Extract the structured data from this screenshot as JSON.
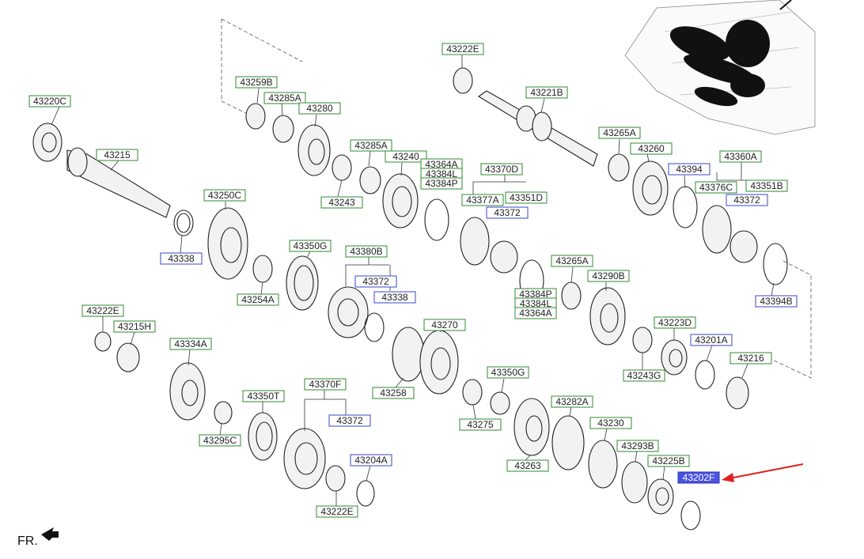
{
  "labels": [
    {
      "id": "43220C",
      "kind": "green"
    },
    {
      "id": "43215",
      "kind": "green"
    },
    {
      "id": "43259B",
      "kind": "green"
    },
    {
      "id": "43285A",
      "kind": "green"
    },
    {
      "id": "43280",
      "kind": "green"
    },
    {
      "id": "43285A",
      "kind": "green"
    },
    {
      "id": "43240",
      "kind": "green"
    },
    {
      "id": "43243",
      "kind": "green"
    },
    {
      "id": "43364A",
      "kind": "green"
    },
    {
      "id": "43384L",
      "kind": "green"
    },
    {
      "id": "43384P",
      "kind": "green"
    },
    {
      "id": "43370D",
      "kind": "green"
    },
    {
      "id": "43222E",
      "kind": "green"
    },
    {
      "id": "43221B",
      "kind": "green"
    },
    {
      "id": "43265A",
      "kind": "green"
    },
    {
      "id": "43260",
      "kind": "green"
    },
    {
      "id": "43394",
      "kind": "blue"
    },
    {
      "id": "43360A",
      "kind": "green"
    },
    {
      "id": "43376C",
      "kind": "green"
    },
    {
      "id": "43351B",
      "kind": "green"
    },
    {
      "id": "43372",
      "kind": "blue"
    },
    {
      "id": "43250C",
      "kind": "green"
    },
    {
      "id": "43338",
      "kind": "blue"
    },
    {
      "id": "43377A",
      "kind": "green"
    },
    {
      "id": "43351D",
      "kind": "green"
    },
    {
      "id": "43372",
      "kind": "blue"
    },
    {
      "id": "43350G",
      "kind": "green"
    },
    {
      "id": "43254A",
      "kind": "green"
    },
    {
      "id": "43380B",
      "kind": "green"
    },
    {
      "id": "43372",
      "kind": "blue"
    },
    {
      "id": "43338",
      "kind": "blue"
    },
    {
      "id": "43265A",
      "kind": "green"
    },
    {
      "id": "43290B",
      "kind": "green"
    },
    {
      "id": "43384P",
      "kind": "green"
    },
    {
      "id": "43384L",
      "kind": "green"
    },
    {
      "id": "43364A",
      "kind": "green"
    },
    {
      "id": "43394B",
      "kind": "blue"
    },
    {
      "id": "43222E",
      "kind": "green"
    },
    {
      "id": "43215H",
      "kind": "green"
    },
    {
      "id": "43334A",
      "kind": "green"
    },
    {
      "id": "43270",
      "kind": "green"
    },
    {
      "id": "43223D",
      "kind": "green"
    },
    {
      "id": "43201A",
      "kind": "blue"
    },
    {
      "id": "43216",
      "kind": "green"
    },
    {
      "id": "43243G",
      "kind": "green"
    },
    {
      "id": "43258",
      "kind": "green"
    },
    {
      "id": "43350G",
      "kind": "green"
    },
    {
      "id": "43350T",
      "kind": "green"
    },
    {
      "id": "43370F",
      "kind": "green"
    },
    {
      "id": "43295C",
      "kind": "green"
    },
    {
      "id": "43372",
      "kind": "blue"
    },
    {
      "id": "43275",
      "kind": "green"
    },
    {
      "id": "43282A",
      "kind": "green"
    },
    {
      "id": "43230",
      "kind": "green"
    },
    {
      "id": "43204A",
      "kind": "blue"
    },
    {
      "id": "43293B",
      "kind": "green"
    },
    {
      "id": "43225B",
      "kind": "green"
    },
    {
      "id": "43263",
      "kind": "green"
    },
    {
      "id": "43202F",
      "kind": "highlight"
    },
    {
      "id": "43222E",
      "kind": "green"
    }
  ],
  "orientation": "FR.",
  "colors": {
    "label_border_green": "#2f8a2f",
    "label_border_blue": "#3a47c9",
    "highlight_fill": "#4a52e0",
    "arrow": "#e02020"
  }
}
